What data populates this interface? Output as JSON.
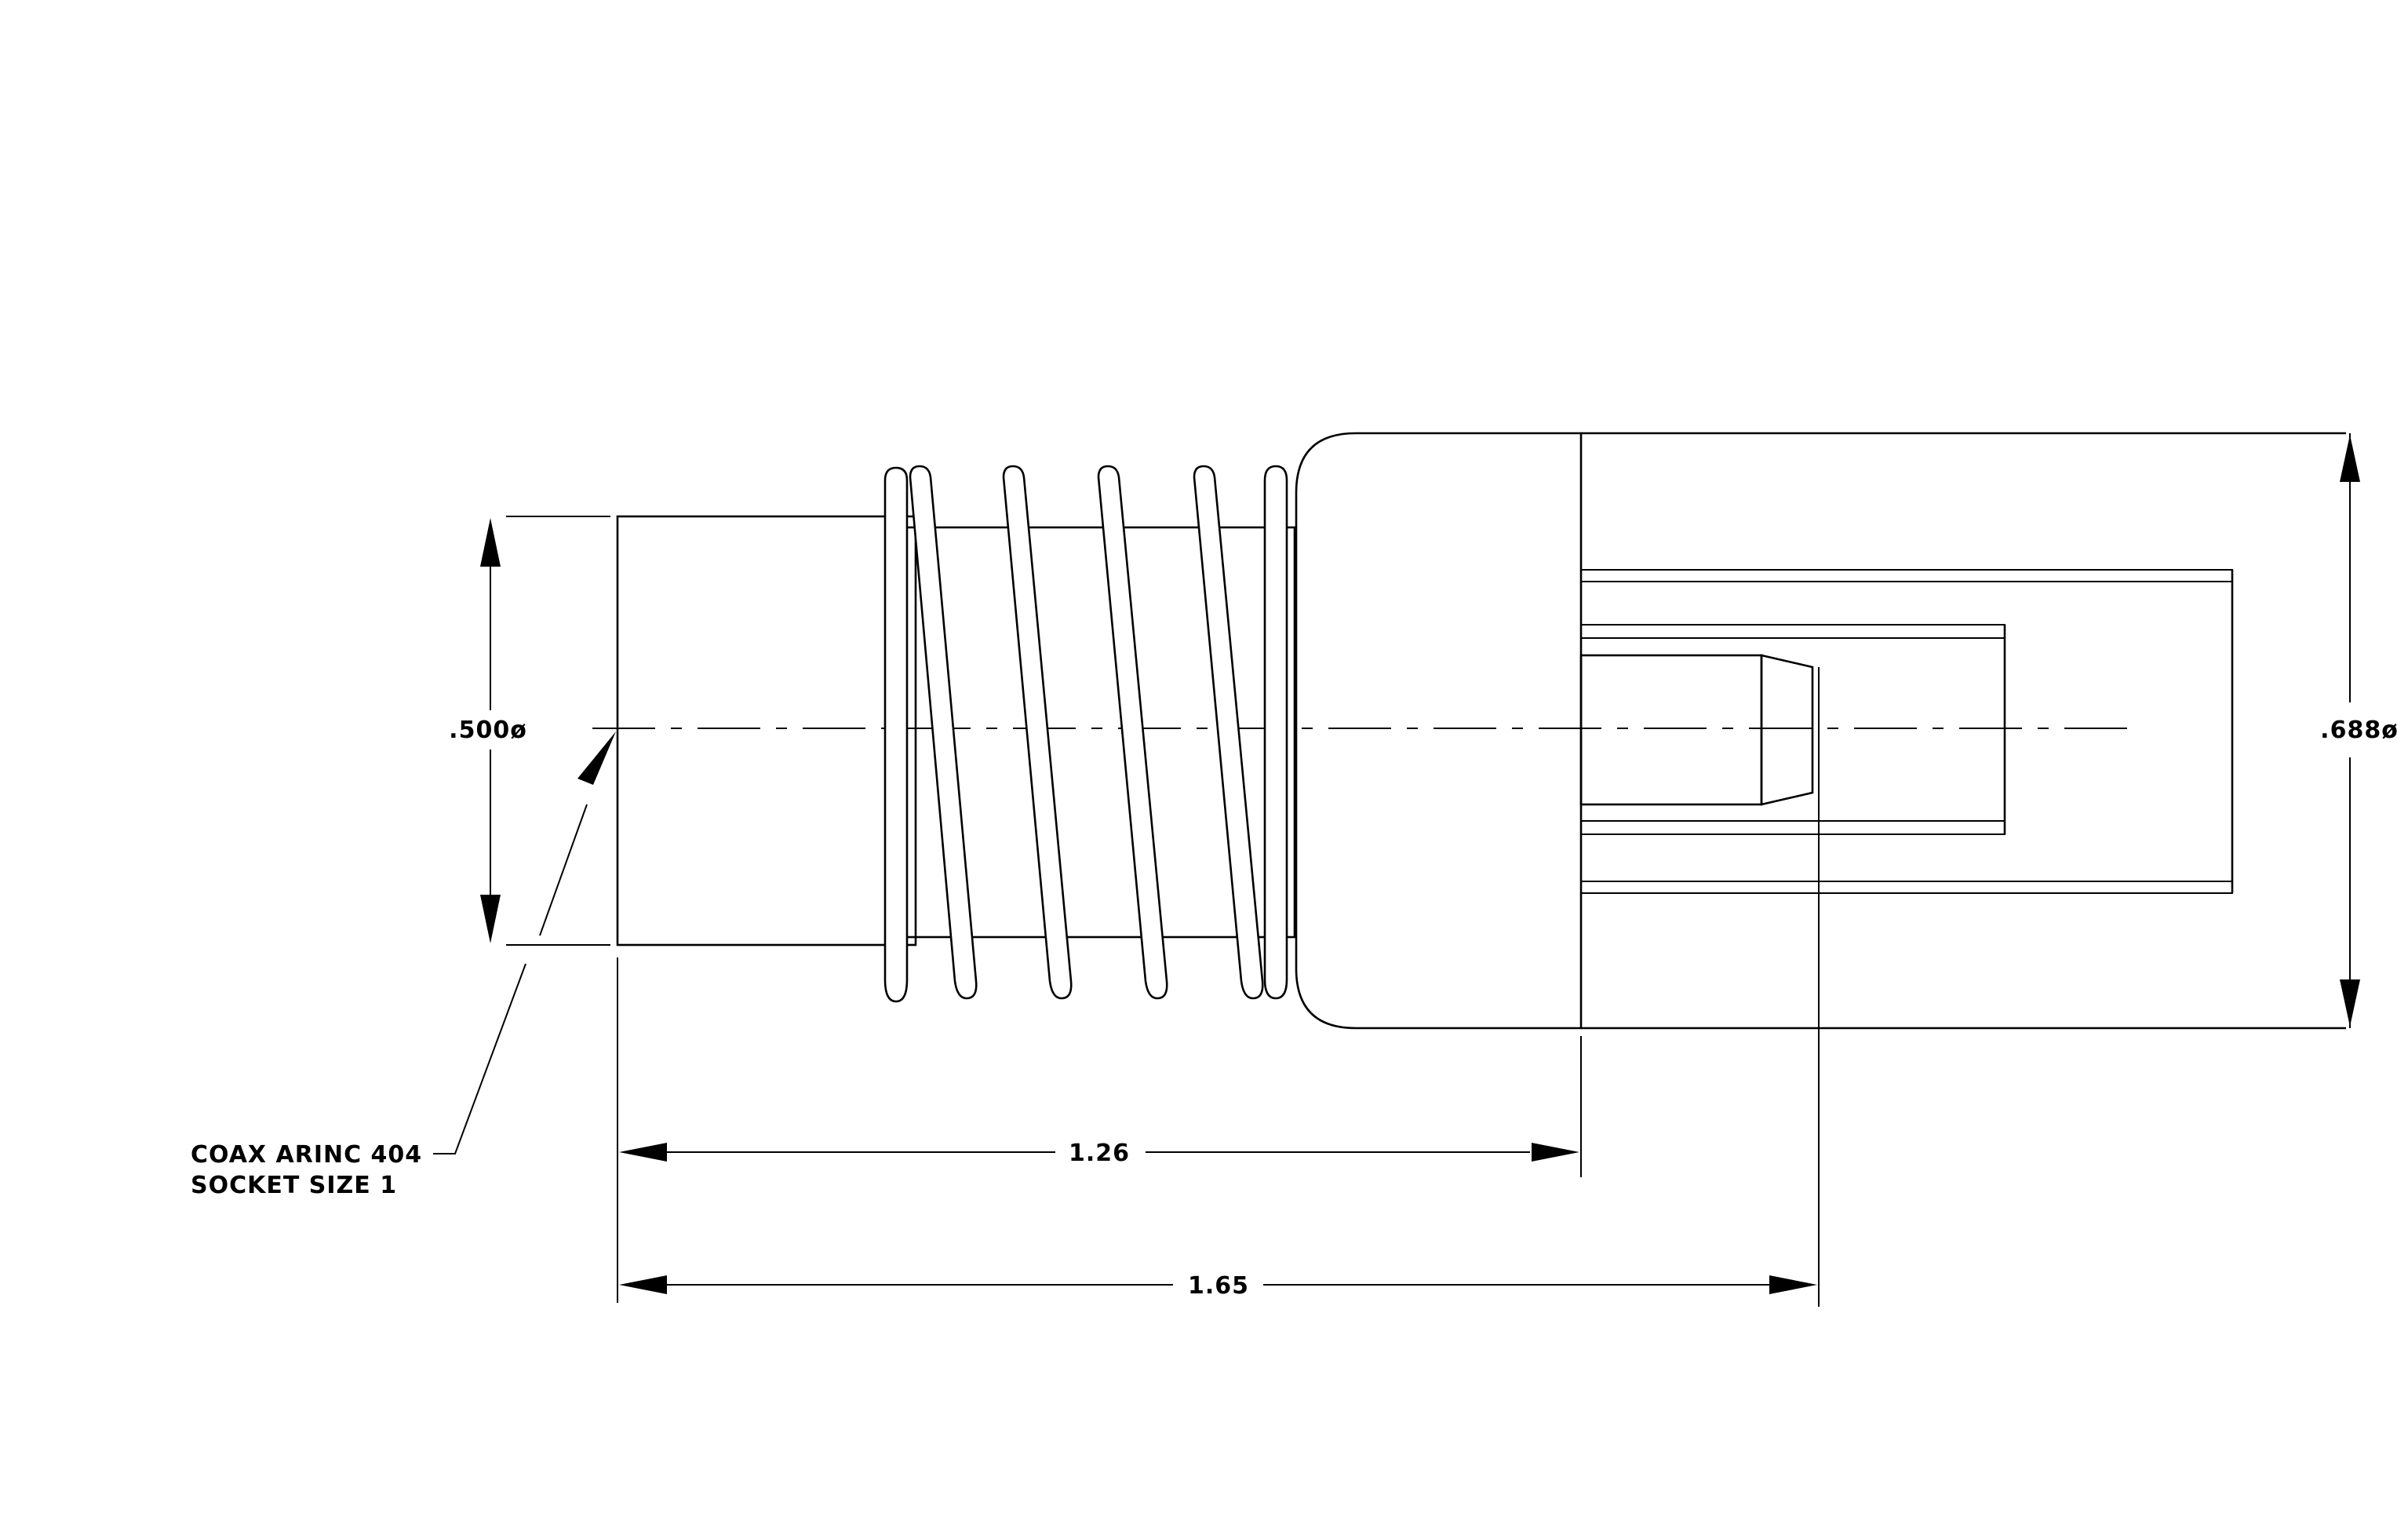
{
  "dimensions": {
    "left_diameter": ".500ø",
    "right_diameter": ".688ø",
    "length_body": "1.26",
    "length_overall": "1.65"
  },
  "callout": {
    "line1": "COAX ARINC 404",
    "line2": "SOCKET SIZE 1"
  }
}
